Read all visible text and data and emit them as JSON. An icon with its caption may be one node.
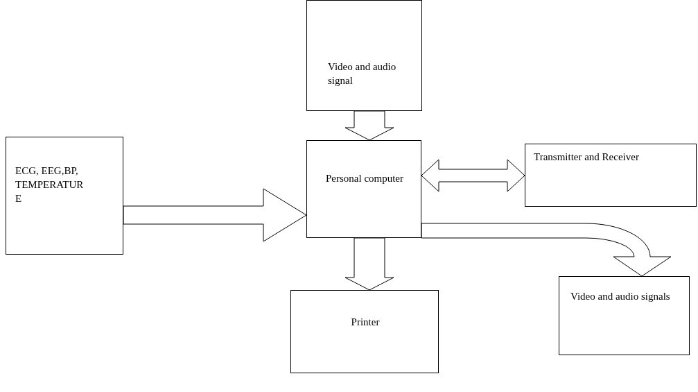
{
  "diagram": {
    "nodes": [
      {
        "text": [
          "Video and audio signal"
        ]
      },
      {
        "text": [
          "Personal computer"
        ]
      },
      {
        "text": [
          "ECG, EEG,BP, TEMPERATURE"
        ]
      },
      {
        "text": [
          "Transmitter and Receiver"
        ]
      },
      {
        "text": [
          "Printer"
        ]
      },
      {
        "text": [
          "Video and audio signals"
        ]
      }
    ],
    "edges": [
      {
        "from": 0,
        "to": 1,
        "arrow": "to"
      },
      {
        "from": 2,
        "to": 1,
        "arrow": "to"
      },
      {
        "from": 1,
        "to": 3,
        "arrow": "both"
      },
      {
        "from": 1,
        "to": 4,
        "arrow": "to"
      },
      {
        "from": 1,
        "to": 5,
        "arrow": "to"
      }
    ]
  }
}
